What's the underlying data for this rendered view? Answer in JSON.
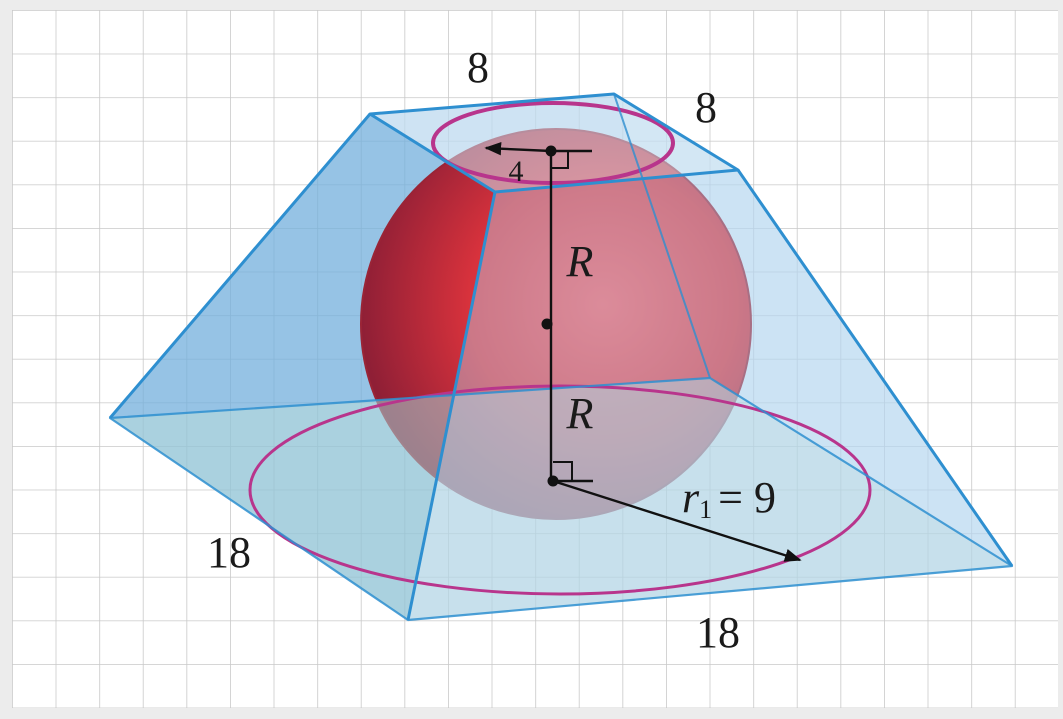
{
  "diagram": {
    "top_edge_left": "8",
    "top_edge_right": "8",
    "bottom_edge_left": "18",
    "bottom_edge_right": "18",
    "top_radius": "4",
    "upper_segment": "R",
    "lower_segment": "R",
    "bottom_radius": {
      "symbol": "r",
      "subscript": "1",
      "value": "= 9"
    }
  },
  "colors": {
    "background": "#ececec",
    "grid": "#c9c9c9",
    "frustum_edge": "#2e8fd0",
    "sphere": "#d8323c",
    "circle": "#b8358c",
    "annotation": "#111111"
  }
}
